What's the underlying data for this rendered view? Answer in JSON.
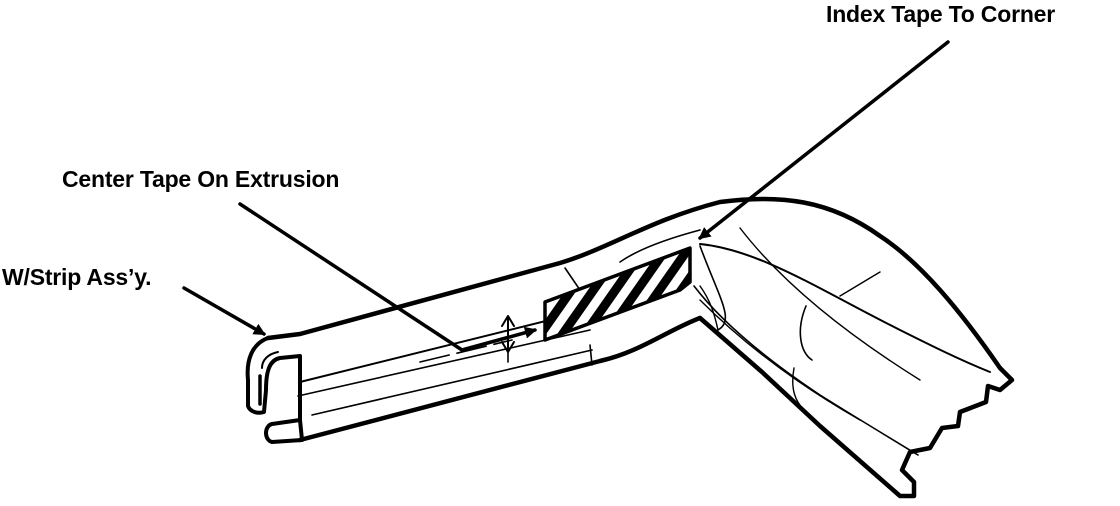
{
  "labels": {
    "index_tape": "Index Tape To Corner",
    "center_tape": "Center Tape On Extrusion",
    "weatherstrip": "W/Strip Ass’y."
  },
  "colors": {
    "ink": "#000000",
    "paper": "#ffffff"
  }
}
